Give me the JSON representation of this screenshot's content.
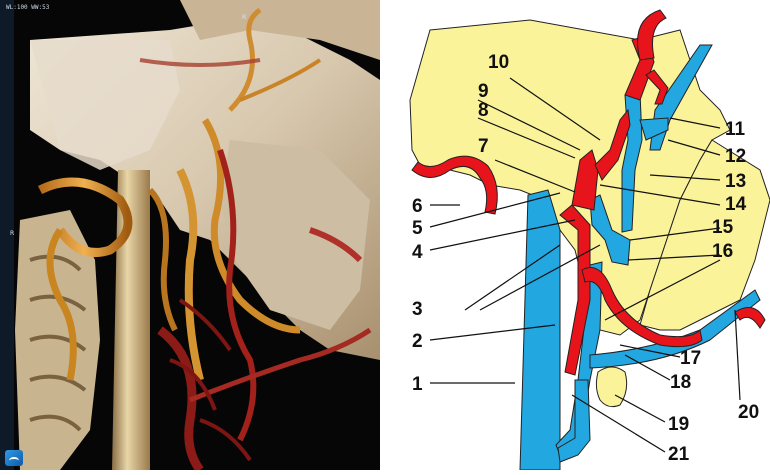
{
  "ct_image": {
    "overlay_text": "WL:100 WW:53",
    "side_tag_top": "R",
    "side_tag_left": "R"
  },
  "diagram": {
    "labels": [
      {
        "id": "label-1",
        "text": "1"
      },
      {
        "id": "label-2",
        "text": "2"
      },
      {
        "id": "label-3",
        "text": "3"
      },
      {
        "id": "label-4",
        "text": "4"
      },
      {
        "id": "label-5",
        "text": "5"
      },
      {
        "id": "label-6",
        "text": "6"
      },
      {
        "id": "label-7",
        "text": "7"
      },
      {
        "id": "label-8",
        "text": "8"
      },
      {
        "id": "label-9",
        "text": "9"
      },
      {
        "id": "label-10",
        "text": "10"
      },
      {
        "id": "label-11",
        "text": "11"
      },
      {
        "id": "label-12",
        "text": "12"
      },
      {
        "id": "label-13",
        "text": "13"
      },
      {
        "id": "label-14",
        "text": "14"
      },
      {
        "id": "label-15",
        "text": "15"
      },
      {
        "id": "label-16",
        "text": "16"
      },
      {
        "id": "label-17",
        "text": "17"
      },
      {
        "id": "label-18",
        "text": "18"
      },
      {
        "id": "label-19",
        "text": "19"
      },
      {
        "id": "label-20",
        "text": "20"
      },
      {
        "id": "label-21",
        "text": "21"
      }
    ],
    "colors": {
      "bone": "#fbf39a",
      "artery": "#e8141b",
      "vein": "#23a7e0",
      "outline": "#222222"
    }
  }
}
